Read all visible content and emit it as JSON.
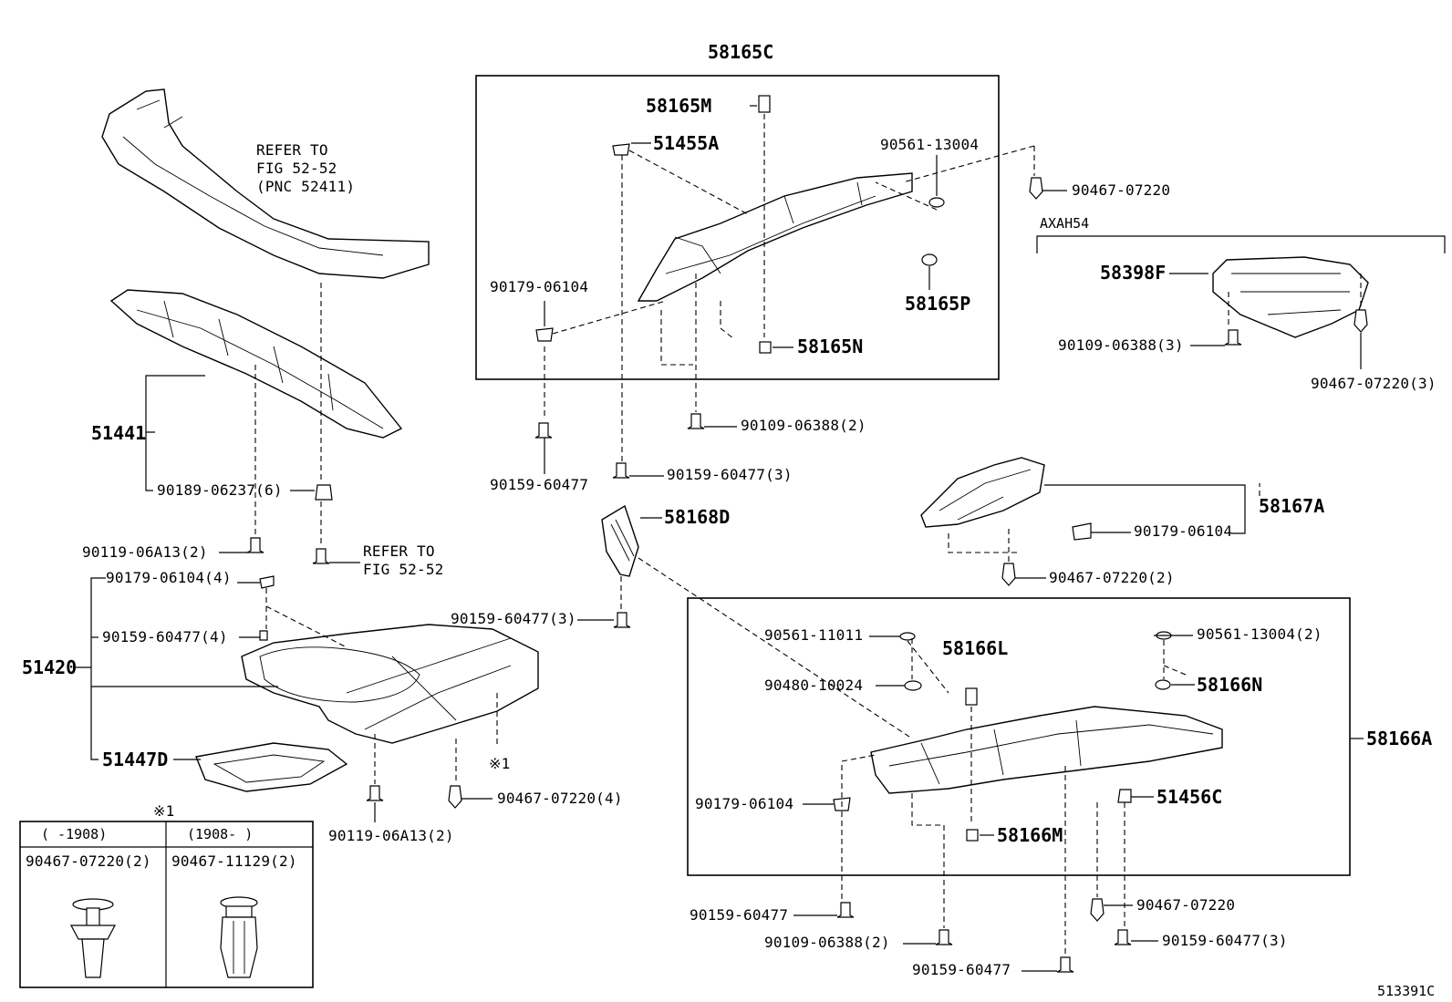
{
  "diagram_id": "513391C",
  "callouts": {
    "c58165C": "58165C",
    "c58165M": "58165M",
    "c51455A": "51455A",
    "c90561_13004": "90561-13004",
    "c90467_07220_top": "90467-07220",
    "c90179_06104_box": "90179-06104",
    "c58165P": "58165P",
    "c58165N": "58165N",
    "c90109_06388_2_top": "90109-06388(2)",
    "c90159_60477_left": "90159-60477",
    "c90159_60477_3_mid": "90159-60477(3)",
    "c58168D": "58168D",
    "c90159_60477_3_lower": "90159-60477(3)",
    "axah54": "AXAH54",
    "c58398F": "58398F",
    "c90109_06388_3": "90109-06388(3)",
    "c90467_07220_3": "90467-07220(3)",
    "c58167A": "58167A",
    "c90179_06104_right": "90179-06104",
    "c90467_07220_2": "90467-07220(2)",
    "refer1_l1": "REFER TO",
    "refer1_l2": "FIG 52-52",
    "refer1_l3": "(PNC 52411)",
    "c51441": "51441",
    "c90189_06237_6": "90189-06237(6)",
    "c90119_06A13_2_top": "90119-06A13(2)",
    "refer2_l1": "REFER TO",
    "refer2_l2": "FIG 52-52",
    "c90179_06104_4": "90179-06104(4)",
    "c90159_60477_4": "90159-60477(4)",
    "c51420": "51420",
    "c51447D": "51447D",
    "c90467_07220_4": "90467-07220(4)",
    "note_mark": "※1",
    "c90119_06A13_2_bot": "90119-06A13(2)",
    "table_title": "※1",
    "table_col1_head": "(   -1908)",
    "table_col2_head": "(1908-    )",
    "table_col1_part": "90467-07220(2)",
    "table_col2_part": "90467-11129(2)",
    "c90561_11011": "90561-11011",
    "c58166L": "58166L",
    "c90480_10024": "90480-10024",
    "c90561_13004_2": "90561-13004(2)",
    "c58166N": "58166N",
    "c58166A": "58166A",
    "c90179_06104_lower": "90179-06104",
    "c51456C": "51456C",
    "c58166M": "58166M",
    "c90159_60477_bl": "90159-60477",
    "c90467_07220_br": "90467-07220",
    "c90109_06388_2_bot": "90109-06388(2)",
    "c90159_60477_3_br": "90159-60477(3)",
    "c90159_60477_bc": "90159-60477"
  }
}
